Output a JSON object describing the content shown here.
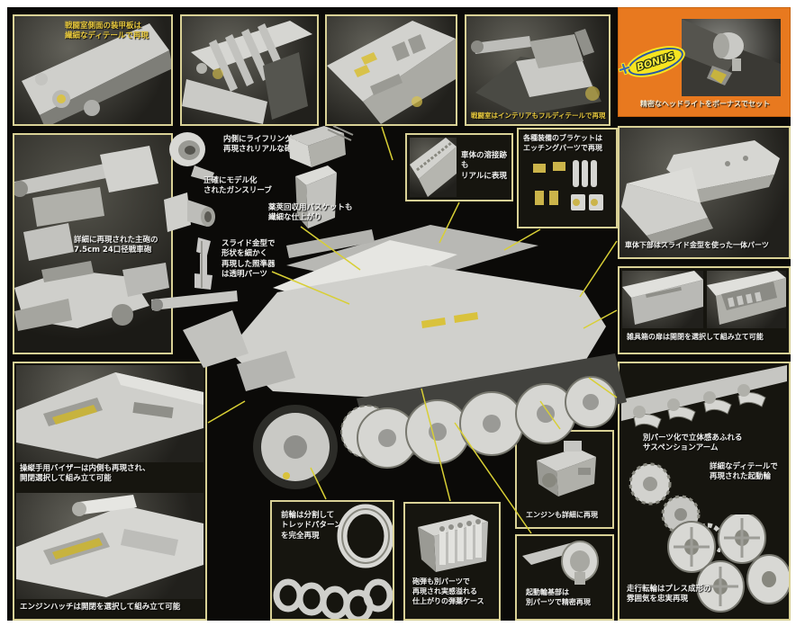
{
  "colors": {
    "panel_bg": "#0b0a08",
    "box_border": "#d9d196",
    "accent_text": "#e7c83d",
    "caption_text": "#f2f2f0",
    "bonus_bg": "#e8791f",
    "callout_line": "#d8cf35",
    "badge_yellow": "#f6e420",
    "badge_blue": "#2a57a5"
  },
  "bonus": {
    "plus": "+",
    "label": "BONUS",
    "caption": "精密なヘッドライトをボーナスでセット"
  },
  "callouts": {
    "armor_plate": "戦闘室側面の装甲板は\n繊細なディテールで再現",
    "fighting_compartment": "戦闘室はインテリアもフルディテールで再現",
    "rifling": "内側にライフリングも\n再現されリアルな砲身",
    "gun_sleeve": "正確にモデル化\nされたガンスリーブ",
    "main_gun": "詳細に再現された主砲の\n7.5cm 24口径戦車砲",
    "basket": "薬莢回収用バスケットも\n繊細な仕上がり",
    "gun_sight": "スライド金型で\n形状を細かく\n再現した照準器\nは透明パーツ",
    "weld_seam": "車体の溶接跡も\nリアルに表現",
    "brackets": "各種装備のブラケットは\nエッチングパーツで再現",
    "hull_bottom": "車体下部はスライド金型を使った一体パーツ",
    "stowage_box": "雑具箱の扉は開閉を選択して組み立て可能",
    "suspension_arm": "別パーツ化で立体感あふれる\nサスペンションアーム",
    "drive_sprocket": "詳細なディテールで\n再現された起動輪",
    "road_wheels": "走行転輪はプレス成形の\n雰囲気を忠実再現",
    "driver_visor": "操縦手用バイザーは内側も再現され、\n開閉選択して組み立て可能",
    "engine_hatch": "エンジンハッチは開閉を選択して組み立て可能",
    "front_wheels": "前輪は分割して\nトレッドパターン\nを完全再現",
    "ammo_case": "砲弾も別パーツで\n再現され実感溢れる\n仕上がりの弾薬ケース",
    "engine": "エンジンも詳細に再現",
    "sprocket_base": "起動輪基部は\n別パーツで精密再現"
  }
}
